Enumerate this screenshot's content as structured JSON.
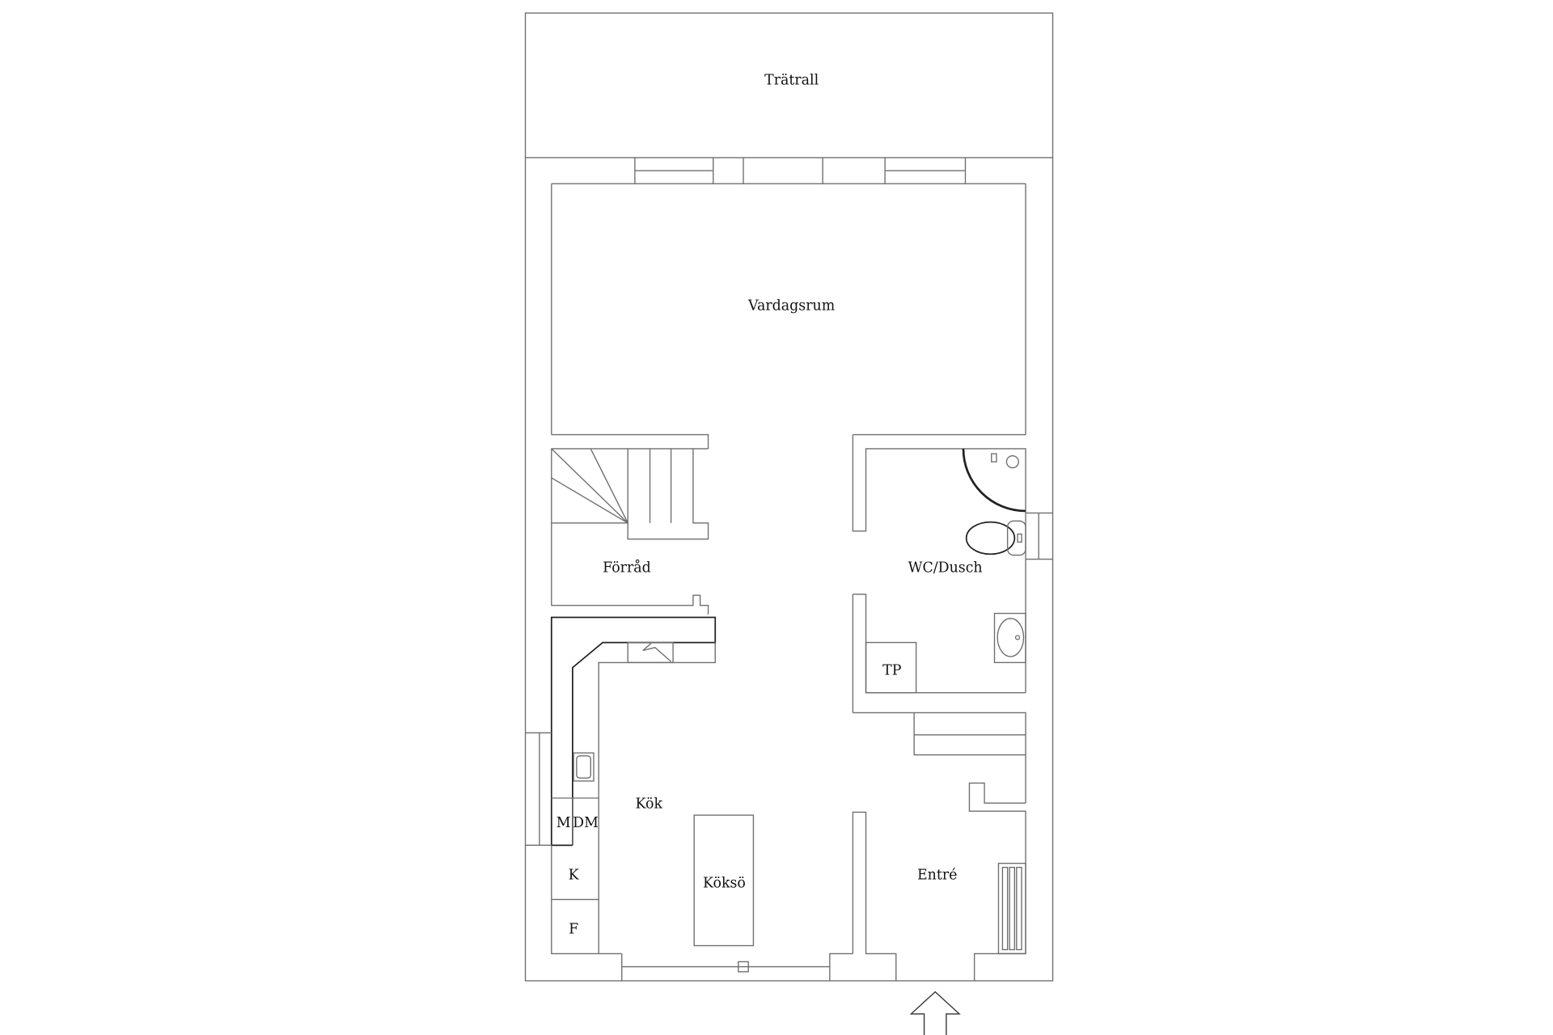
{
  "plan": {
    "rooms": {
      "deck": "Trätrall",
      "living": "Vardagsrum",
      "storage": "Förråd",
      "bathroom": "WC/Dusch",
      "tp": "TP",
      "kitchen": "Kök",
      "island": "Köksö",
      "entrance": "Entré"
    },
    "appliances": {
      "microwave": "M",
      "dishwasher": "DM",
      "fridge": "K",
      "freezer": "F"
    },
    "icons": [
      "entrance-arrow-icon",
      "toilet-icon",
      "shower-icon",
      "washbasin-icon",
      "kitchen-sink-icon",
      "stove-icon",
      "radiator-icon",
      "staircase-icon"
    ],
    "line_color": "#6e6e6e"
  }
}
